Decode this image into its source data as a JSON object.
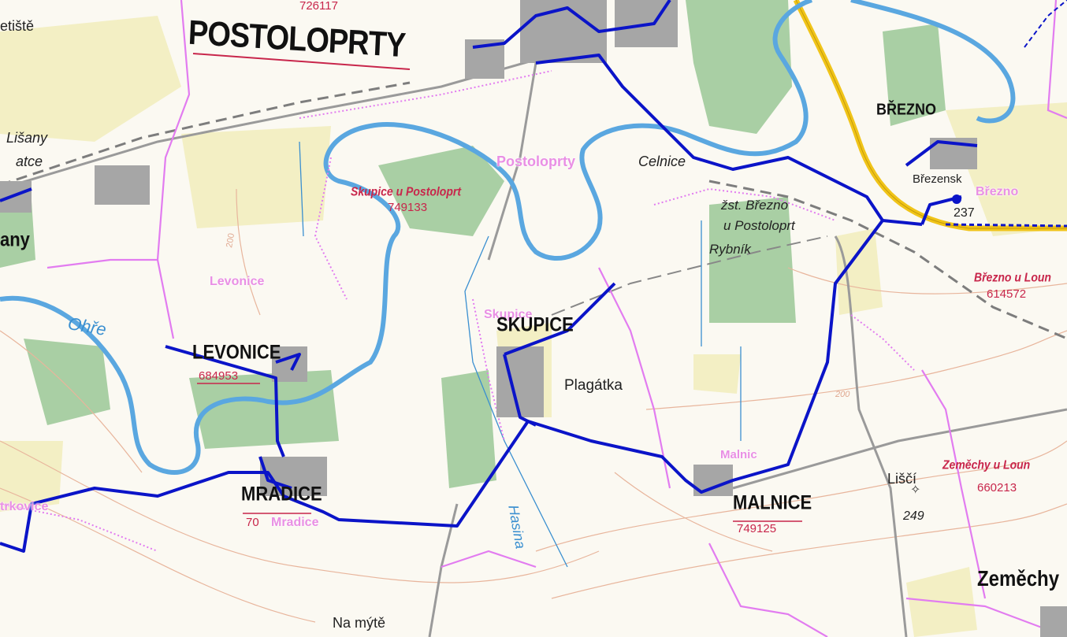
{
  "colors": {
    "background": "#fbf9f2",
    "forest": "#a9cfa4",
    "field": "#f3efc4",
    "river": "#5aa7e0",
    "route": "#0b14c8",
    "boundary": "#e27cf0",
    "road_main": "#f0c419",
    "contour": "#e8b59c",
    "cadastral_text": "#c8264b"
  },
  "towns": {
    "postoloprty": "POSTOLOPRTY",
    "levonice": "LEVONICE",
    "mradice": "MRADICE",
    "malnice": "MALNICE",
    "brezno": "BŘEZNO",
    "skupice": "SKUPICE",
    "zemechy": "Zeměchy",
    "lisany": "any"
  },
  "codes": {
    "postoloprty": "726117",
    "levonice": "684953",
    "skupice": "749133",
    "mradice": "70",
    "malnice": "749125",
    "brezno": "614572",
    "zemechy": "660213"
  },
  "cadastral": {
    "skupice": "Skupice u Postoloprt",
    "brezno": "Březno u Loun",
    "zemechy": "Zeměchy u Loun"
  },
  "pink_labels": {
    "postoloprty": "Postoloprty",
    "levonice": "Levonice",
    "skupice": "Skupice",
    "mradice": "Mradice",
    "malnice": "Malnic",
    "brezno": "Březno",
    "strkovice": "trkovice"
  },
  "places": {
    "letiste": "etiště",
    "lisany": "Lišany",
    "vatce": "atce",
    "celnice": "Celnice",
    "station": "žst. Březno",
    "station2": "u Postoloprt",
    "rybnik": "Rybník",
    "plagatka": "Plagátka",
    "na_myte": "Na mýtě",
    "lisci": "Liščí",
    "brezensky": "Březensk",
    "lisci_elev": "249",
    "brezno_elev": "237",
    "contour_200a": "200",
    "contour_200b": "200"
  },
  "water": {
    "ohre": "Ohře",
    "hasina": "Hasina"
  }
}
